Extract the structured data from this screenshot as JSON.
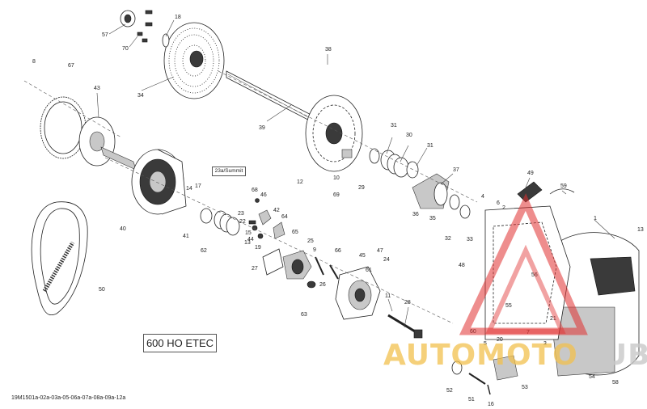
{
  "diagram": {
    "model_label": "600 HO ETEC",
    "variant_label": "23a/Summit",
    "reference_code": "19M1501a-02a-03a-05-06a-07a-08a-09a-12a",
    "watermark": {
      "part1": "AUTOMOTO",
      "part2": "HUB"
    },
    "callouts": [
      "57",
      "18",
      "70",
      "34",
      "38",
      "8",
      "67",
      "43",
      "39",
      "31",
      "30",
      "31",
      "37",
      "12",
      "10",
      "29",
      "69",
      "68",
      "46",
      "42",
      "41",
      "40",
      "17",
      "14",
      "23",
      "22",
      "15",
      "44",
      "65",
      "64",
      "13",
      "19",
      "25",
      "9",
      "66",
      "26",
      "62",
      "27",
      "45",
      "47",
      "24",
      "61",
      "63",
      "11",
      "28",
      "50",
      "36",
      "35",
      "32",
      "33",
      "4",
      "6",
      "2",
      "49",
      "59",
      "1",
      "13",
      "48",
      "56",
      "55",
      "21",
      "7",
      "60",
      "20",
      "16",
      "52",
      "51",
      "53",
      "54",
      "58",
      "3",
      "5"
    ]
  }
}
